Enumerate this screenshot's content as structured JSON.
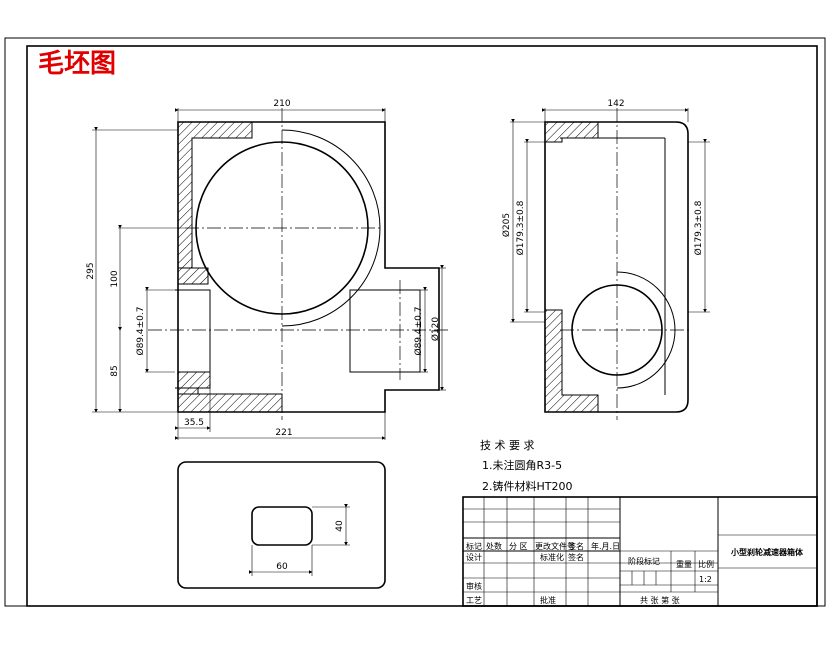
{
  "drawing_title": "毛坯图",
  "front_view": {
    "dim_width_top": "210",
    "dim_height_total": "295",
    "dim_height_upper": "100",
    "dim_height_lower": "85",
    "dim_bore_left": "Ø89.4±0.7",
    "dim_bore_right": "Ø89.4±0.7",
    "dim_boss_right": "Ø120",
    "dim_wall": "35.5",
    "dim_width_bottom": "221"
  },
  "side_view": {
    "dim_width_top": "142",
    "dim_dia_outer": "Ø205",
    "dim_dia_left": "Ø179.3±0.8",
    "dim_dia_right": "Ø179.3±0.8"
  },
  "bottom_view": {
    "dim_width": "60",
    "dim_height": "40"
  },
  "technical_requirements": {
    "heading": "技 术 要 求",
    "items": [
      "1.未注圆角R3-5",
      "2.铸件材料HT200"
    ]
  },
  "title_block": {
    "part_name": "小型刹轮减速器箱体",
    "row_labels": [
      "标记",
      "处数",
      "分 区",
      "更改文件号",
      "签名",
      "年.月.日"
    ],
    "row2_labels": [
      "设计",
      "标准化",
      "签名"
    ],
    "stage_label": "阶段标记",
    "weight_label": "重量",
    "scale_label": "比例",
    "scale_value": "1:2",
    "check_label": "审核",
    "process_label": "工艺",
    "approve_label": "批准",
    "sheets_label": "共 张 第 张"
  }
}
